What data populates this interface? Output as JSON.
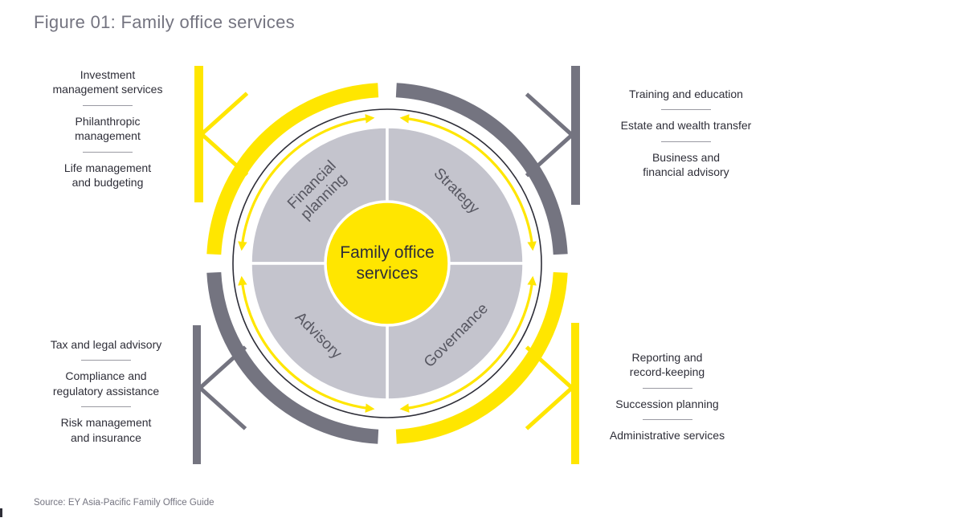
{
  "title": "Figure 01: Family office services",
  "source": "Source: EY Asia-Pacific Family Office Guide",
  "colors": {
    "yellow": "#FFE600",
    "gray": "#747480",
    "quadrant_fill": "#C4C4CD",
    "dark": "#2E2E38",
    "text_gray": "#747480",
    "quadrant_text": "#585862",
    "divider": "#9A9AA2"
  },
  "diagram": {
    "center_label": "Family office\nservices",
    "quadrants": [
      {
        "label": "Financial\nplanning"
      },
      {
        "label": "Strategy"
      },
      {
        "label": "Advisory"
      },
      {
        "label": "Governance"
      }
    ]
  },
  "groups": {
    "top_left": {
      "items": [
        "Investment\nmanagement services",
        "Philanthropic\nmanagement",
        "Life management\nand budgeting"
      ]
    },
    "top_right": {
      "items": [
        "Training and education",
        "Estate and wealth transfer",
        "Business and\nfinancial advisory"
      ]
    },
    "bottom_left": {
      "items": [
        "Tax and legal advisory",
        "Compliance and\nregulatory assistance",
        "Risk management\nand insurance"
      ]
    },
    "bottom_right": {
      "items": [
        "Reporting and\nrecord-keeping",
        "Succession planning",
        "Administrative services"
      ]
    }
  }
}
